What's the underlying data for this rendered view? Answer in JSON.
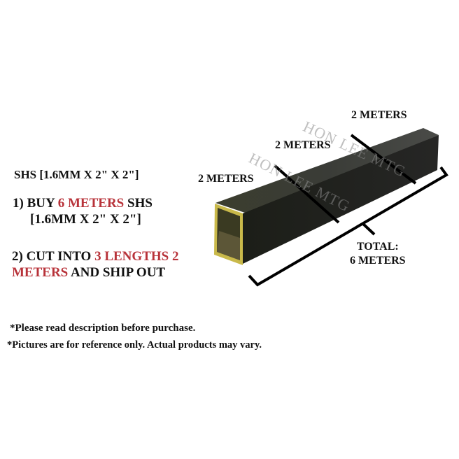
{
  "spec": {
    "title": "SHS [1.6MM X 2\" X 2\"]"
  },
  "steps": [
    {
      "number": "1)",
      "prefix": "BUY",
      "highlight": "6 METERS",
      "suffix": "SHS",
      "line2": "[1.6MM X 2\" X 2\"]"
    },
    {
      "number": "2)",
      "prefix": "CUT INTO",
      "highlight_part1": "3 LENGTHS 2",
      "highlight_part2": "METERS",
      "suffix": "AND SHIP OUT"
    }
  ],
  "diagram": {
    "segment_labels": [
      "2 METERS",
      "2 METERS",
      "2 METERS"
    ],
    "total_label_line1": "TOTAL:",
    "total_label_line2": "6 METERS",
    "watermark": "HON LEE MTG"
  },
  "notes": [
    "*Please read description before purchase.",
    "*Pictures are for reference only. Actual products may vary."
  ],
  "colors": {
    "highlight": "#b8333a",
    "text": "#111111",
    "tube_dark": "#1e211c",
    "tube_edge": "#c9b94a"
  }
}
